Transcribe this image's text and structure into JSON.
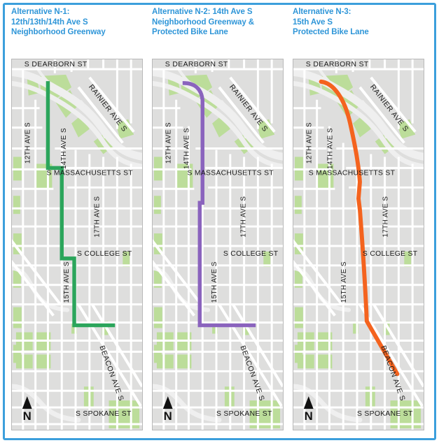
{
  "figure": {
    "border_color": "#3c9fdc",
    "background": "#ffffff",
    "panel_count": 3
  },
  "palette": {
    "title_blue": "#2f96d8",
    "route_green": "#2ba55b",
    "route_purple": "#8a63bd",
    "route_orange": "#f4631e",
    "map_land": "#dededd",
    "map_street": "#ffffff",
    "map_park": "#bcdd9a",
    "map_freeway": "#eeeeee",
    "label_text": "#1a1a1a"
  },
  "panels": [
    {
      "id": "panel-1",
      "title": "Alternative N-1:\n12th/13th/14th Ave S\nNeighborhood Greenway",
      "title_lines": [
        "Alternative N-1:",
        "12th/13th/14th Ave S",
        "Neighborhood Greenway"
      ],
      "route": {
        "name": "neighborhood-greenway-route",
        "color": "#2ba55b",
        "style": "stepped",
        "corridor": "12th/13th/14th Ave S"
      },
      "map": {
        "name": "alternative-n1-map",
        "north_arrow_label": "N",
        "street_labels": [
          {
            "text": "S DEARBORN ST",
            "orientation": "horizontal"
          },
          {
            "text": "12TH AVE S",
            "orientation": "vertical"
          },
          {
            "text": "14TH AVE S",
            "orientation": "vertical"
          },
          {
            "text": "RAINIER AVE S",
            "orientation": "diagonal"
          },
          {
            "text": "S MASSACHUSETTS ST",
            "orientation": "horizontal"
          },
          {
            "text": "17TH AVE S",
            "orientation": "vertical"
          },
          {
            "text": "15TH AVE S",
            "orientation": "vertical"
          },
          {
            "text": "S COLLEGE ST",
            "orientation": "horizontal"
          },
          {
            "text": "BEACON AVE S",
            "orientation": "diagonal"
          },
          {
            "text": "S SPOKANE ST",
            "orientation": "horizontal"
          }
        ]
      }
    },
    {
      "id": "panel-2",
      "title": "Alternative N-2: 14th Ave S\nNeighborhood Greenway &\nProtected Bike Lane",
      "title_lines": [
        "Alternative N-2: 14th Ave S",
        "Neighborhood Greenway &",
        "Protected Bike Lane"
      ],
      "route": {
        "name": "greenway-and-protected-bike-lane-route",
        "color": "#8a63bd",
        "style": "mostly-straight",
        "corridor": "14th Ave S"
      },
      "map": {
        "name": "alternative-n2-map",
        "north_arrow_label": "N",
        "street_labels": [
          {
            "text": "S DEARBORN ST",
            "orientation": "horizontal"
          },
          {
            "text": "12TH AVE S",
            "orientation": "vertical"
          },
          {
            "text": "14TH AVE S",
            "orientation": "vertical"
          },
          {
            "text": "RAINIER AVE S",
            "orientation": "diagonal"
          },
          {
            "text": "S MASSACHUSETTS ST",
            "orientation": "horizontal"
          },
          {
            "text": "17TH AVE S",
            "orientation": "vertical"
          },
          {
            "text": "15TH AVE S",
            "orientation": "vertical"
          },
          {
            "text": "S COLLEGE ST",
            "orientation": "horizontal"
          },
          {
            "text": "BEACON AVE S",
            "orientation": "diagonal"
          },
          {
            "text": "S SPOKANE ST",
            "orientation": "horizontal"
          }
        ]
      }
    },
    {
      "id": "panel-3",
      "title": "Alternative N-3:\n15th Ave S\nProtected Bike Lane",
      "title_lines": [
        "Alternative N-3:",
        "15th Ave S",
        "Protected Bike Lane"
      ],
      "route": {
        "name": "protected-bike-lane-route",
        "color": "#f4631e",
        "style": "smooth-curve",
        "corridor": "15th Ave S"
      },
      "map": {
        "name": "alternative-n3-map",
        "north_arrow_label": "N",
        "street_labels": [
          {
            "text": "S DEARBORN ST",
            "orientation": "horizontal"
          },
          {
            "text": "12TH AVE S",
            "orientation": "vertical"
          },
          {
            "text": "14TH AVE S",
            "orientation": "vertical"
          },
          {
            "text": "RAINIER AVE S",
            "orientation": "diagonal"
          },
          {
            "text": "S MASSACHUSETTS ST",
            "orientation": "horizontal"
          },
          {
            "text": "17TH AVE S",
            "orientation": "vertical"
          },
          {
            "text": "15TH AVE S",
            "orientation": "vertical"
          },
          {
            "text": "S COLLEGE ST",
            "orientation": "horizontal"
          },
          {
            "text": "BEACON AVE S",
            "orientation": "diagonal"
          },
          {
            "text": "S SPOKANE ST",
            "orientation": "horizontal"
          }
        ]
      }
    }
  ]
}
